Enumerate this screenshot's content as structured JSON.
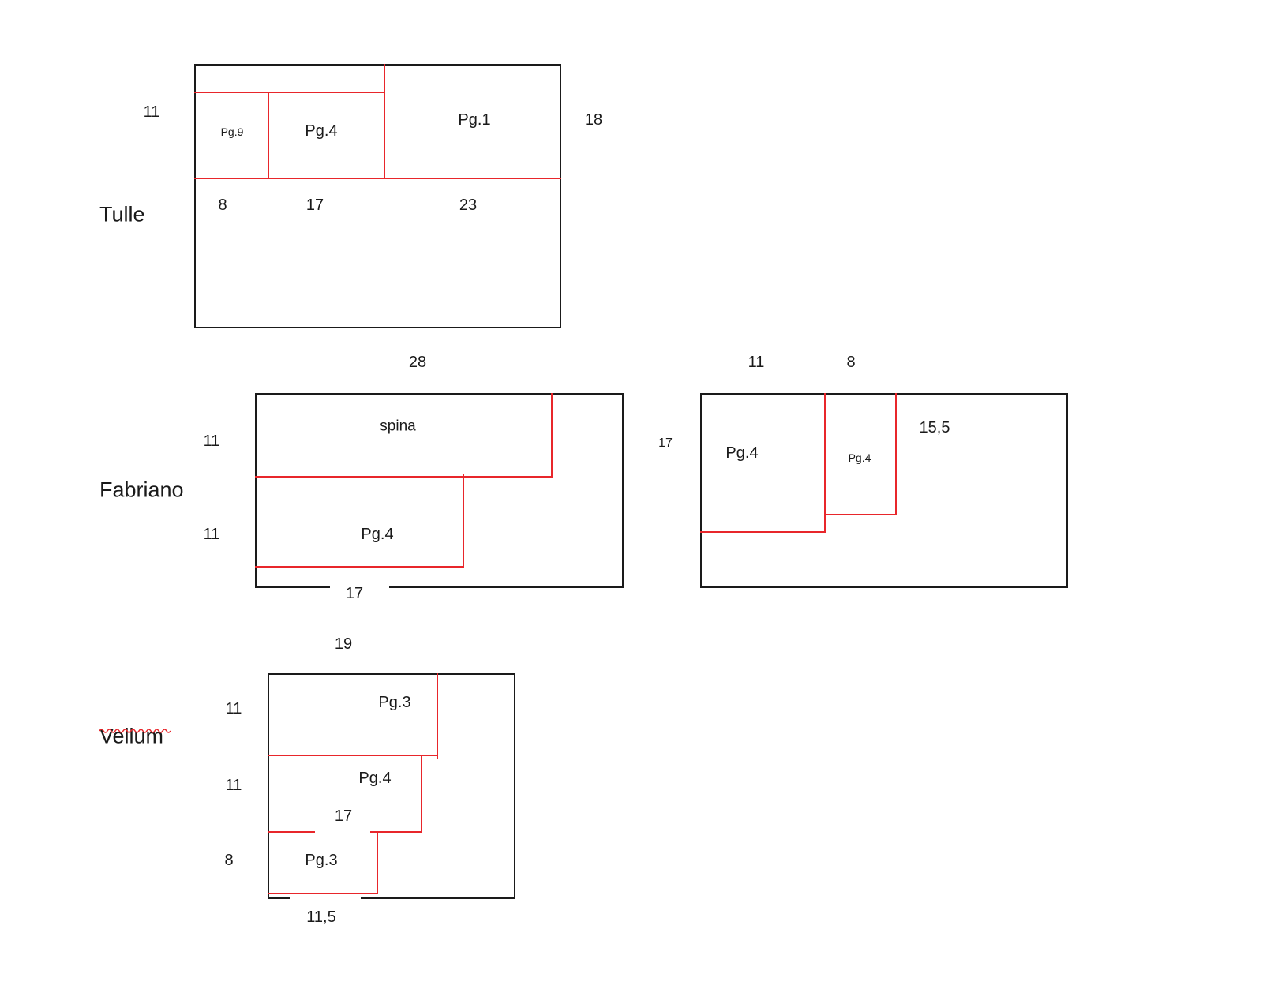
{
  "tulle": {
    "label": "Tulle",
    "left_dim": "11",
    "right_dim": "18",
    "pieces": {
      "pg9": "Pg.9",
      "pg4": "Pg.4",
      "pg1": "Pg.1"
    },
    "bottom_dims": {
      "a": "8",
      "b": "17",
      "c": "23"
    },
    "width_dim": "28"
  },
  "fabriano": {
    "label": "Fabriano",
    "sheet_a": {
      "top_dim": "11",
      "bottom_dim": "11",
      "spina": "spina",
      "pg4": "Pg.4",
      "width_dim": "17"
    },
    "sheet_b": {
      "dim_11": "11",
      "dim_8": "8",
      "dim_17": "17",
      "dim_15_5": "15,5",
      "pg4_large": "Pg.4",
      "pg4_small": "Pg.4"
    }
  },
  "vellum": {
    "label": "Vellum",
    "width_dim": "19",
    "dims": {
      "r1": "11",
      "r2": "11",
      "r3": "8",
      "mid": "17",
      "bottom": "11,5"
    },
    "pieces": {
      "pg3_top": "Pg.3",
      "pg4": "Pg.4",
      "pg3_bottom": "Pg.3"
    }
  },
  "colors": {
    "cut_line": "#e8262b",
    "border": "#1a1a1a",
    "spellcheck": "#e8262b"
  }
}
